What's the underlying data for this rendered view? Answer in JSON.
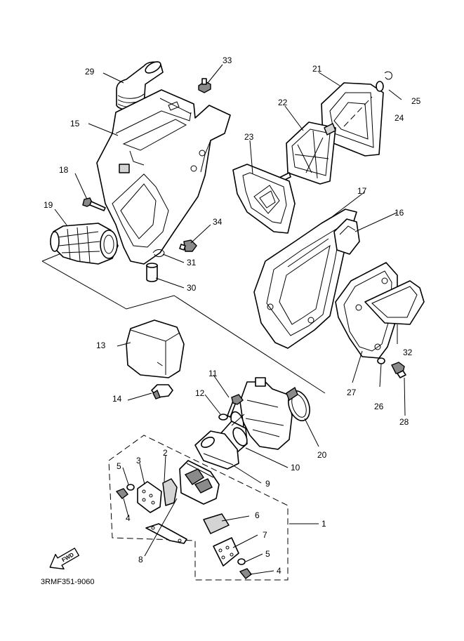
{
  "callouts": {
    "c1": "1",
    "c2": "2",
    "c3": "3",
    "c4a": "4",
    "c4b": "4",
    "c5a": "5",
    "c5b": "5",
    "c6": "6",
    "c7": "7",
    "c8": "8",
    "c9": "9",
    "c10": "10",
    "c11": "11",
    "c12": "12",
    "c13": "13",
    "c14": "14",
    "c15": "15",
    "c16": "16",
    "c17": "17",
    "c18": "18",
    "c19": "19",
    "c20": "20",
    "c21": "21",
    "c22": "22",
    "c23": "23",
    "c24": "24",
    "c25": "25",
    "c26": "26",
    "c27": "27",
    "c28": "28",
    "c29": "29",
    "c30": "30",
    "c31": "31",
    "c32": "32",
    "c33": "33",
    "c34": "34"
  },
  "direction_badge": "FWD",
  "diagram_code": "3RMF351-9060"
}
